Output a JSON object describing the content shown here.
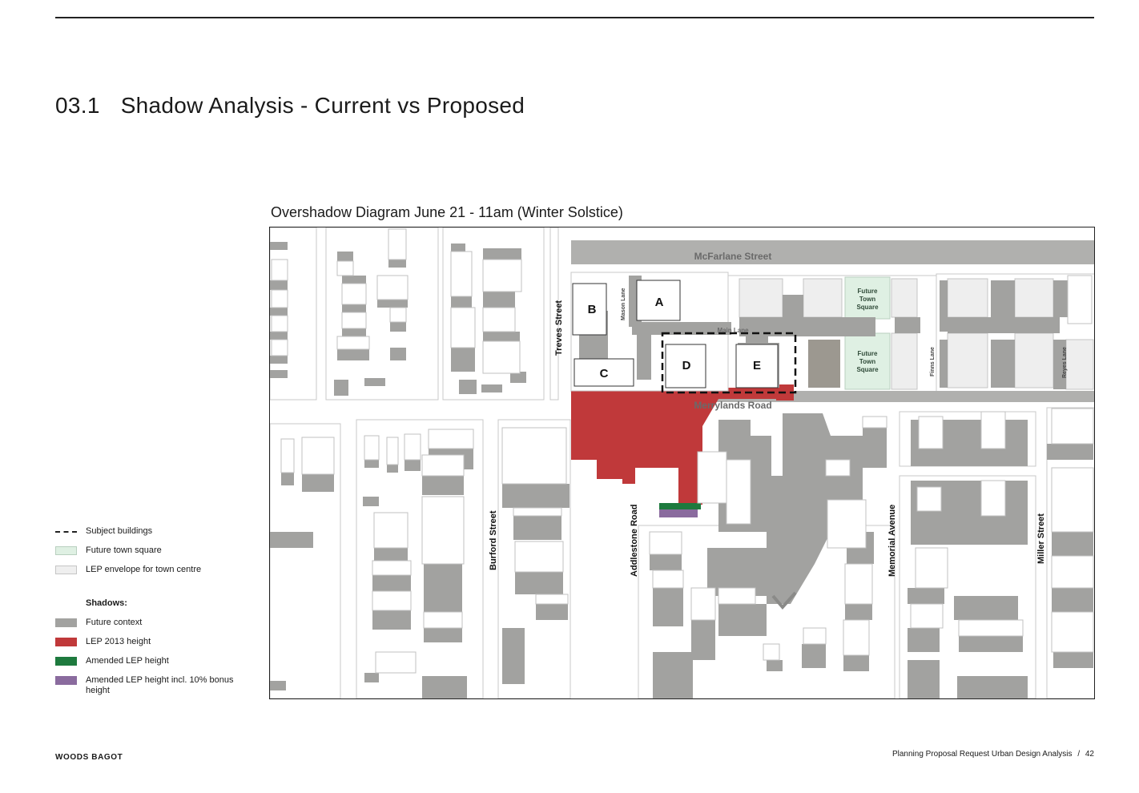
{
  "header": {
    "section_number": "03.1",
    "title": "Shadow Analysis - Current vs Proposed"
  },
  "diagram": {
    "title": "Overshadow Diagram June 21 - 11am (Winter Solstice)",
    "streets": {
      "mcfarlane": "McFarlane Street",
      "treves": "Treves Street",
      "mason": "Mason Lane",
      "main_lane": "Main Lane",
      "merrylands": "Merrylands Road",
      "burford": "Burford Street",
      "addlestone": "Addlestone Road",
      "memorial": "Memorial Avenue",
      "miller": "Miller Street",
      "finns": "Finns Lane",
      "reyes": "Reyes Lane"
    },
    "town_square_line1": "Future",
    "town_square_line2": "Town",
    "town_square_line3": "Square",
    "buildings": [
      "A",
      "B",
      "C",
      "D",
      "E"
    ]
  },
  "legend": {
    "items": [
      {
        "label": "Subject buildings"
      },
      {
        "label": "Future town square"
      },
      {
        "label": "LEP envelope for town centre"
      }
    ],
    "shadows_heading": "Shadows:",
    "shadow_items": [
      {
        "label": "Future context",
        "color": "#a2a2a0"
      },
      {
        "label": "LEP 2013 height",
        "color": "#c0393a"
      },
      {
        "label": "Amended LEP height",
        "color": "#1e7a3e"
      },
      {
        "label": "Amended LEP height incl. 10% bonus height",
        "color": "#8a6b9e"
      }
    ]
  },
  "footer": {
    "company": "WOODS BAGOT",
    "document": "Planning Proposal Request Urban Design Analysis",
    "separator": "/",
    "page": "42"
  }
}
